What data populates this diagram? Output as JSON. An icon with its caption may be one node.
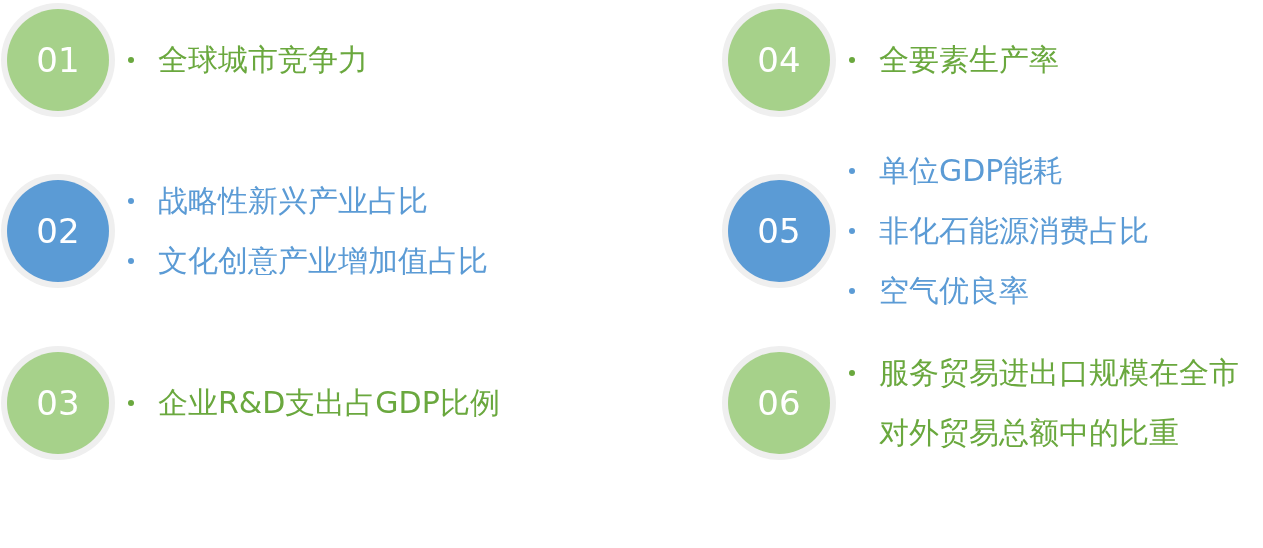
{
  "diagram": {
    "nodes": [
      {
        "text": [
          "01"
        ],
        "beside": [
          "全球城市竞争力"
        ]
      },
      {
        "text": [
          "02"
        ],
        "beside": [
          "战略性新兴产业占比",
          "文化创意产业增加值占比"
        ]
      },
      {
        "text": [
          "03"
        ],
        "beside": [
          "企业R&D支出占GDP比例"
        ]
      },
      {
        "text": [
          "04"
        ],
        "beside": [
          "全要素生产率"
        ]
      },
      {
        "text": [
          "05"
        ],
        "beside": [
          "单位GDP能耗",
          "非化石能源消费占比",
          "空气优良率"
        ]
      },
      {
        "text": [
          "06"
        ],
        "beside": [
          "服务贸易进出口规模在全市对外贸易总额中的比重"
        ]
      }
    ]
  }
}
